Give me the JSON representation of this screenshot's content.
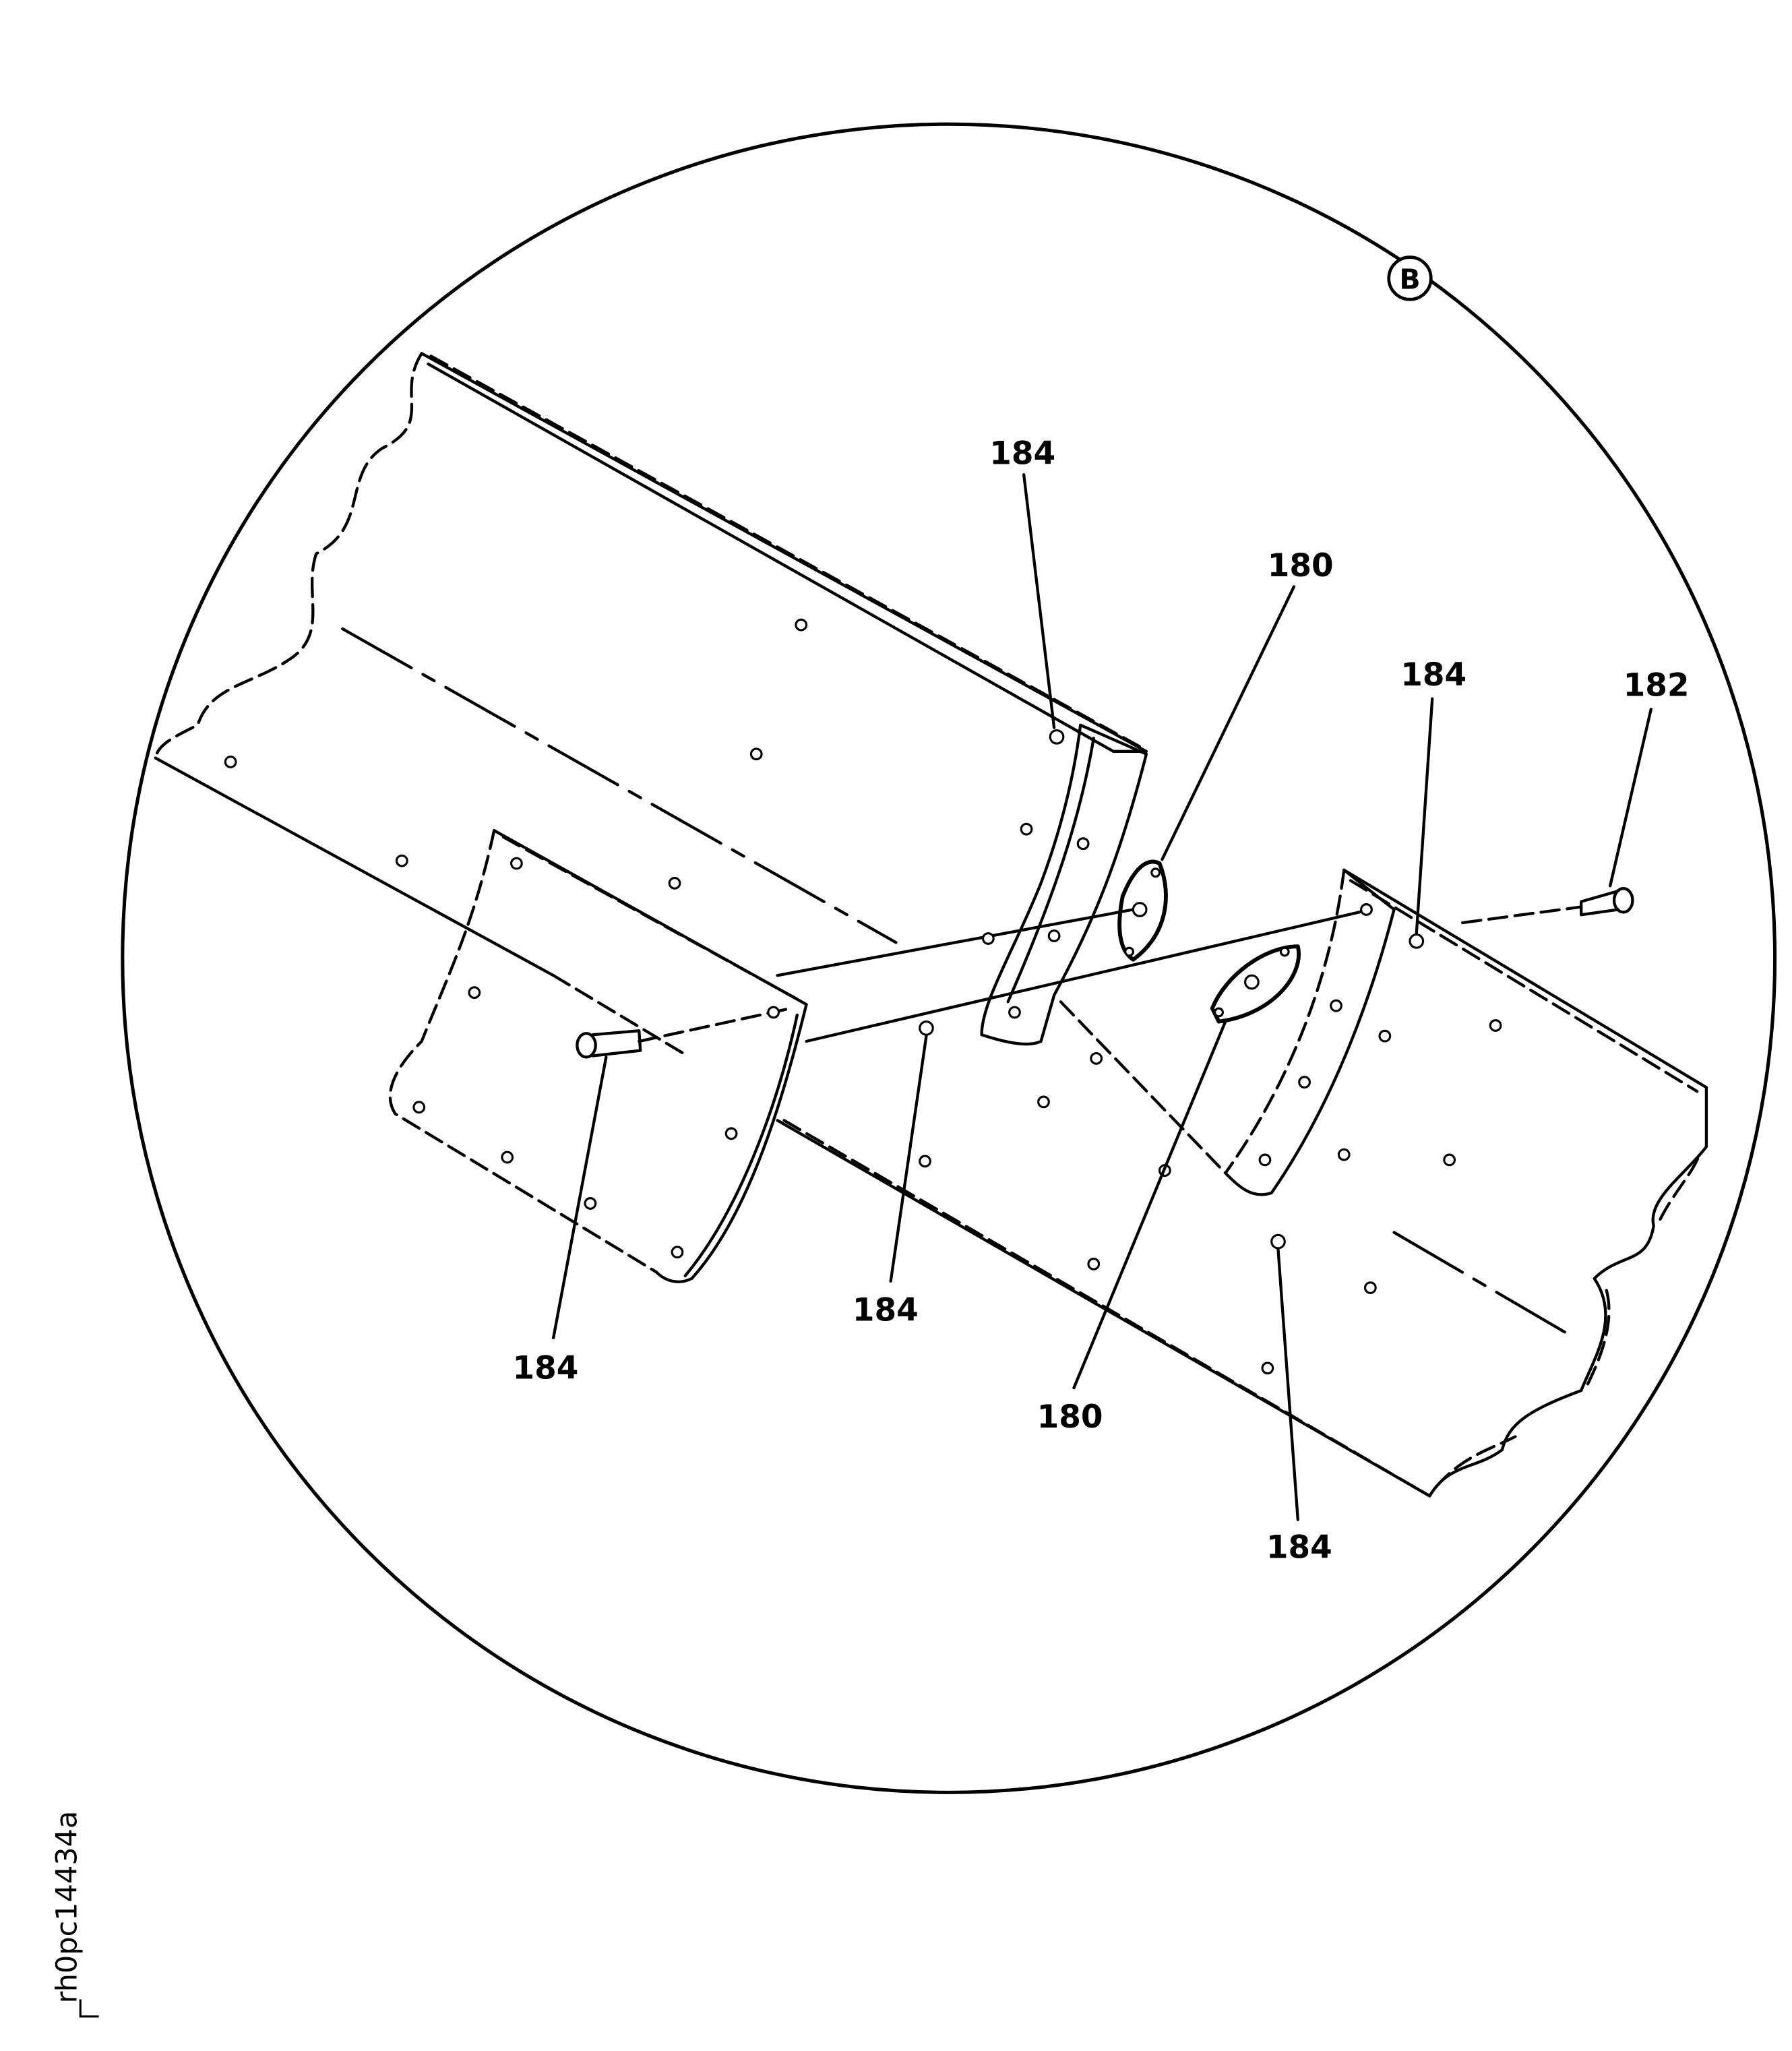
{
  "view_callout": "B",
  "figure_id": "rh0pc14434a",
  "callouts": [
    {
      "id": "c1",
      "label": "184"
    },
    {
      "id": "c2",
      "label": "180"
    },
    {
      "id": "c3",
      "label": "184"
    },
    {
      "id": "c4",
      "label": "182"
    },
    {
      "id": "c5",
      "label": "184"
    },
    {
      "id": "c6",
      "label": "184"
    },
    {
      "id": "c7",
      "label": "180"
    },
    {
      "id": "c8",
      "label": "184"
    }
  ]
}
